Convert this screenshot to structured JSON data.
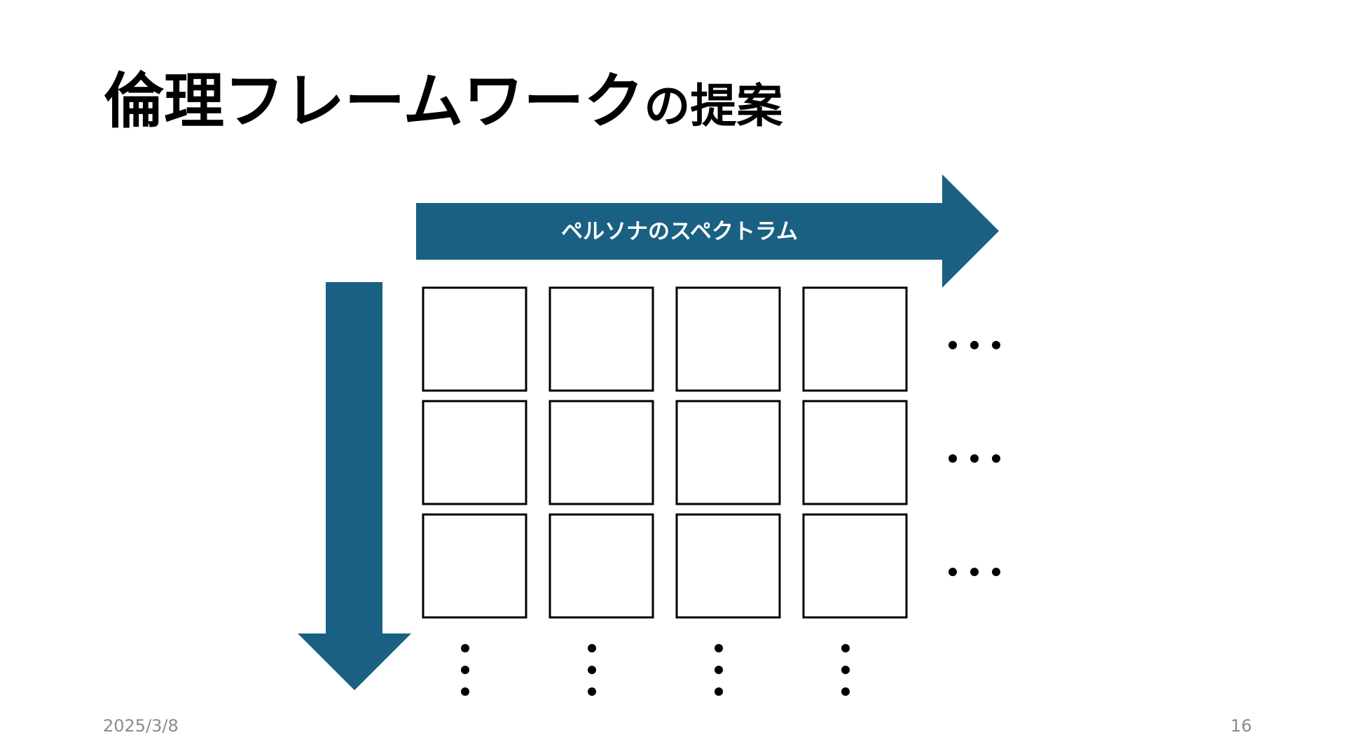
{
  "slide": {
    "title_main": "倫理フレームワーク",
    "title_sub": "の提案",
    "date": "2025/3/8",
    "page_number": "16"
  },
  "diagram": {
    "horizontal_arrow_label": "ペルソナのスペクトラム",
    "vertical_arrow_label": "",
    "grid_rows": 3,
    "grid_cols": 4,
    "row_continuation": "・・・",
    "col_continuation": "⋮",
    "arrow_color": "#1a6082",
    "cell_border_color": "#000000"
  }
}
